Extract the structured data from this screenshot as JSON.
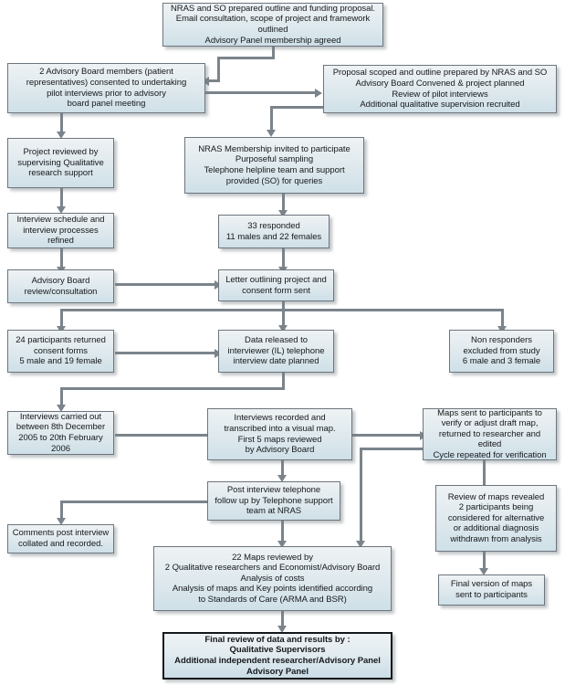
{
  "diagram": {
    "title": "Research study process flowchart",
    "type": "flowchart",
    "accent_color": "#cfe0e8",
    "connector_color": "#7b848b",
    "border_color": "#6d757d"
  },
  "nodes": {
    "n1_outline": "NRAS and SO prepared outline and funding proposal.\nEmail consultation, scope of project and framework outlined\nAdvisory Panel membership agreed",
    "n2_advisory_board_members": "2 Advisory Board members (patient\nrepresentatives) consented to undertaking\npilot interviews prior to advisory\nboard panel meeting",
    "n3_proposal_scoped": "Proposal scoped and outline prepared by NRAS and SO\nAdvisory Board Convened & project planned\nReview of pilot interviews\nAdditional qualitative supervision recruited",
    "n4_project_reviewed": "Project reviewed by\nsupervising Qualitative\nresearch support",
    "n5_nras_membership": "NRAS Membership invited to participate\nPurposeful sampling\nTelephone helpline team and support\nprovided (SO) for queries",
    "n6_interview_schedule": "Interview schedule and\ninterview processes refined",
    "n7_responded": "33 responded\n11 males and 22 females",
    "n8_advisory_review": "Advisory Board\nreview/consultation",
    "n9_letter_outlining": "Letter outlining project and\nconsent form sent",
    "n10_participants_returned": "24 participants returned\nconsent forms\n5 male and 19 female",
    "n11_data_released": "Data released to\ninterviewer (IL) telephone\ninterview date planned",
    "n12_non_responders": "Non responders\nexcluded from study\n6 male and 3 female",
    "n13_interviews_carried_out": "Interviews carried out\nbetween 8th December\n2005 to 20th February 2006",
    "n14_interviews_recorded": "Interviews recorded and\ntranscribed into a visual map.\nFirst 5 maps reviewed\nby Advisory Board",
    "n15_maps_sent": "Maps sent to participants to\nverify or adjust draft map,\nreturned to researcher and edited\nCycle repeated for verification",
    "n16_post_interview": "Post interview telephone\nfollow up by Telephone support\nteam at NRAS",
    "n17_review_of_maps": "Review of maps revealed\n2 participants being\nconsidered for alternative\nor additional diagnosis\nwithdrawn from analysis",
    "n18_comments_post": "Comments post interview\ncollated and recorded.",
    "n19_maps_reviewed": "22 Maps reviewed by\n2 Qualitative researchers and Economist/Advisory Board\nAnalysis of costs\nAnalysis of maps and Key points identified according\nto Standards of Care (ARMA and BSR)",
    "n20_final_version_maps": "Final version of maps\nsent to participants",
    "n21_final_review": "Final review of data and results by :\nQualitative Supervisors\nAdditional independent researcher/Advisory Panel\nAdvisory Panel"
  }
}
